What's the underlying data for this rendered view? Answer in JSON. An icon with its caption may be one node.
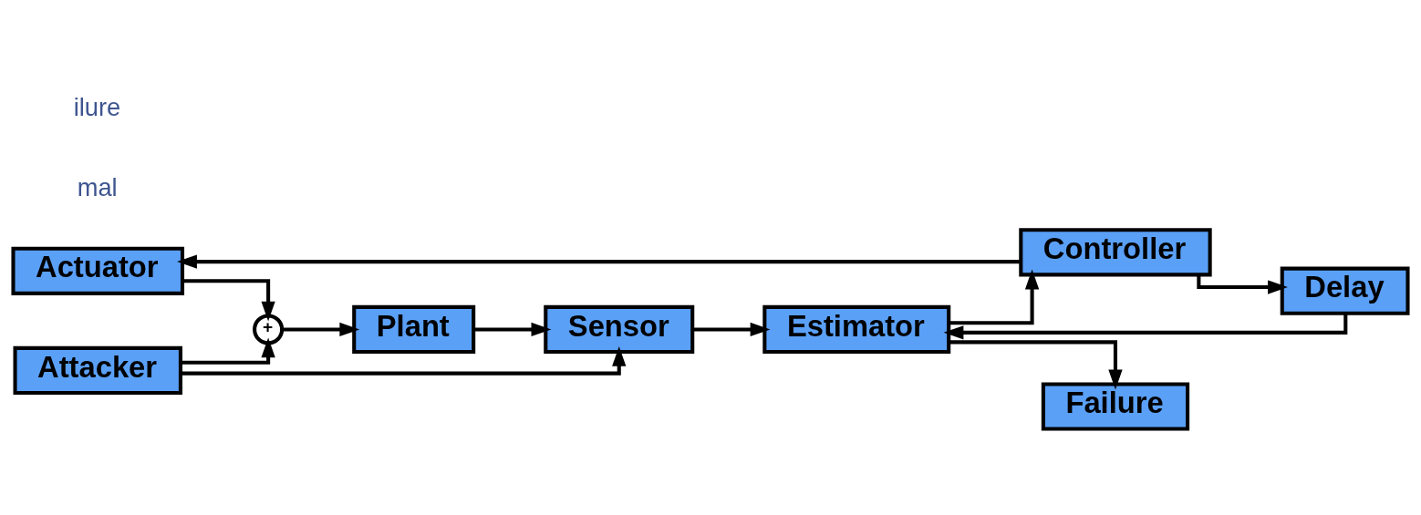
{
  "diagram": {
    "nodes": [
      {
        "text": [
          "Actuator"
        ]
      },
      {
        "text": [
          "+"
        ]
      },
      {
        "text": [
          "Plant"
        ]
      },
      {
        "text": [
          "Sensor"
        ]
      },
      {
        "text": [
          "Attacker"
        ]
      },
      {
        "text": [
          "Delay"
        ]
      },
      {
        "text": [
          "Controller"
        ]
      },
      {
        "text": [
          "Estimator"
        ]
      },
      {
        "text": [
          "Failure"
        ]
      }
    ],
    "edges": [
      {
        "from": 0,
        "to": 1,
        "arrow": "to"
      },
      {
        "from": 1,
        "to": 2,
        "arrow": "to"
      },
      {
        "from": 2,
        "to": 3,
        "arrow": "to"
      },
      {
        "from": 4,
        "to": 1,
        "arrow": "to"
      },
      {
        "from": 4,
        "to": 3,
        "arrow": "to"
      },
      {
        "from": 3,
        "to": 7,
        "arrow": "to"
      },
      {
        "from": 6,
        "to": 0,
        "arrow": "to"
      },
      {
        "from": 6,
        "to": 5,
        "arrow": "to"
      },
      {
        "from": 5,
        "to": 7,
        "arrow": "to"
      },
      {
        "from": 7,
        "to": 6,
        "arrow": "to"
      },
      {
        "from": 7,
        "to": 8,
        "arrow": "to"
      }
    ],
    "labels": [
      "mal",
      "ilure"
    ]
  }
}
